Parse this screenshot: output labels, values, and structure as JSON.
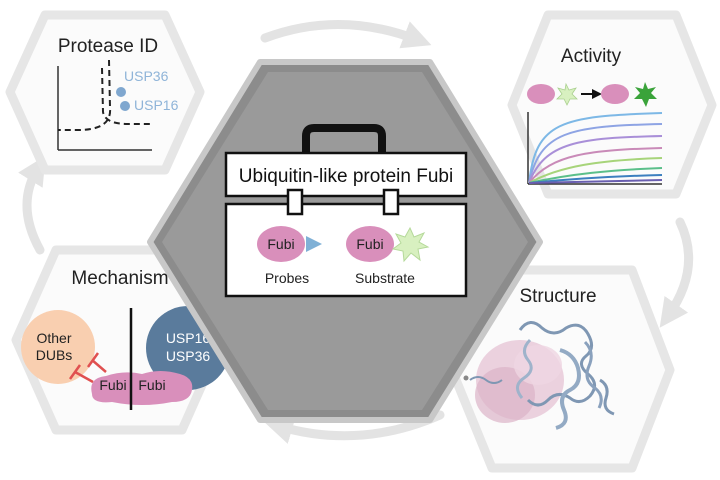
{
  "center": {
    "title": "Ubiquitin-like protein Fubi",
    "probe_molecule": "Fubi",
    "probe_label": "Probes",
    "substrate_molecule": "Fubi",
    "substrate_label": "Substrate"
  },
  "panels": {
    "protease_id": {
      "title": "Protease ID",
      "point_labels": [
        "USP36",
        "USP16"
      ]
    },
    "activity": {
      "title": "Activity"
    },
    "structure": {
      "title": "Structure"
    },
    "mechanism": {
      "title": "Mechanism",
      "other_dubs_line1": "Other",
      "other_dubs_line2": "DUBs",
      "usp_line1": "USP16",
      "usp_line2": "USP36",
      "fubi_left": "Fubi",
      "fubi_right": "Fubi"
    }
  },
  "colors": {
    "hexagon_light": "#e6e6e6",
    "hexagon_dark": "#8c8c8c",
    "fubi_pink": "#d98fbb",
    "probe_arrow_blue": "#7fb0d6",
    "substrate_star_green": "#d8f0c0",
    "activity_star_green": "#3aa33a",
    "point_blue": "#7fa7cf",
    "other_dubs_peach": "#f9cfb0",
    "usp_circle": "#5a7b9c",
    "inhibition_red": "#e05050",
    "cycle_arrow": "#e6e6e6"
  },
  "icons": [
    "briefcase-icon",
    "probe-arrow-icon",
    "substrate-star-icon",
    "cycle-arrow-icon",
    "inhibition-bar-icon"
  ]
}
